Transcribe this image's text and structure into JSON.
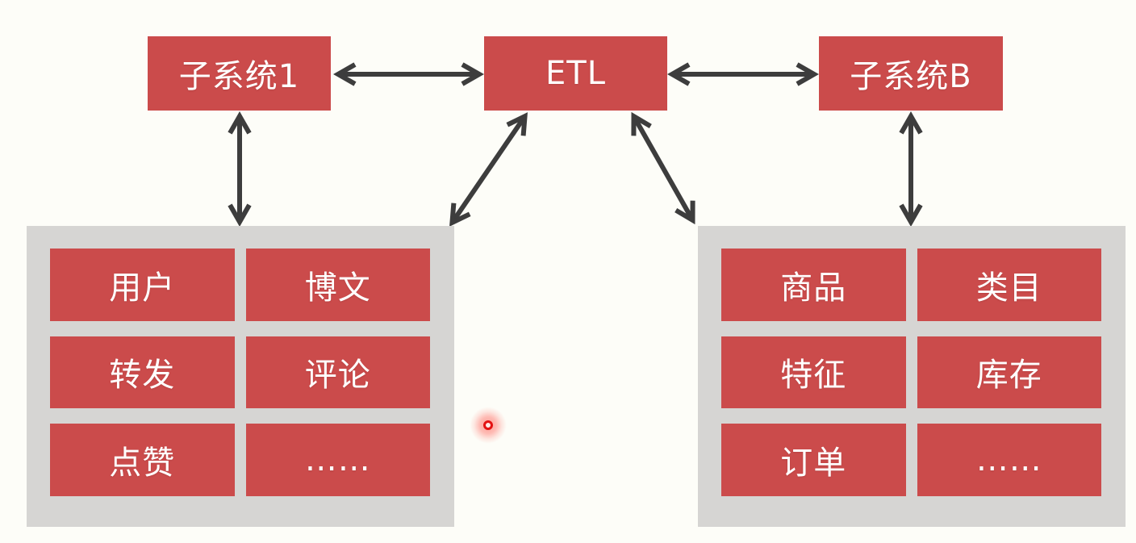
{
  "colors": {
    "background": "#fdfdf8",
    "box_red": "#cb4b4b",
    "panel_gray": "#d6d5d3",
    "arrow_dark": "#3d3d3d",
    "label_white": "#ffffff",
    "laser_red": "#e31212"
  },
  "top_nodes": {
    "subsystem1": {
      "label": "子系统1"
    },
    "etl": {
      "label": "ETL"
    },
    "subsystemB": {
      "label": "子系统B"
    }
  },
  "left_panel": {
    "items": [
      "用户",
      "博文",
      "转发",
      "评论",
      "点赞",
      "……"
    ]
  },
  "right_panel": {
    "items": [
      "商品",
      "类目",
      "特征",
      "库存",
      "订单",
      "……"
    ]
  },
  "arrows": [
    {
      "from": "subsystem1",
      "to": "etl",
      "direction": "bidirectional"
    },
    {
      "from": "etl",
      "to": "subsystemB",
      "direction": "bidirectional"
    },
    {
      "from": "subsystem1",
      "to": "left-panel",
      "direction": "bidirectional"
    },
    {
      "from": "etl",
      "to": "left-panel",
      "direction": "bidirectional"
    },
    {
      "from": "etl",
      "to": "right-panel",
      "direction": "bidirectional"
    },
    {
      "from": "subsystemB",
      "to": "right-panel",
      "direction": "bidirectional"
    }
  ]
}
